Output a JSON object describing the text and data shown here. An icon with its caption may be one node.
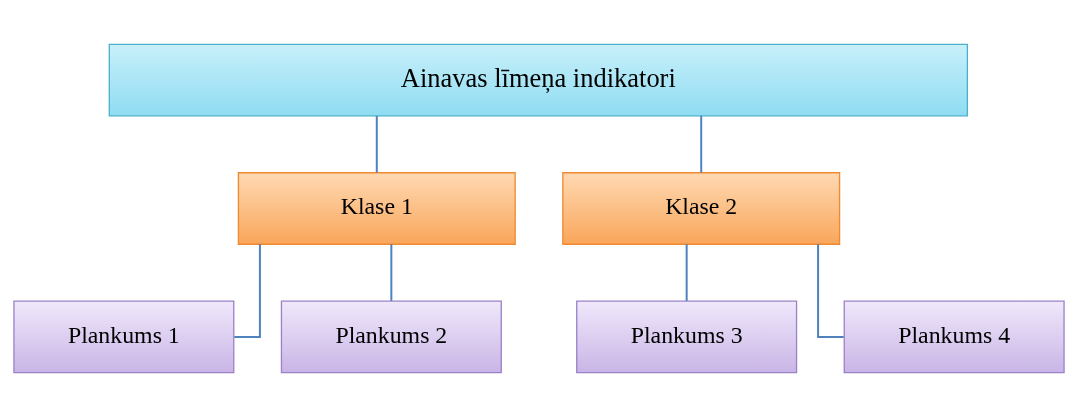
{
  "diagram": {
    "nodes": [
      {
        "text": [
          "Ainavas līmeņa indikatori"
        ]
      },
      {
        "text": [
          "Klase 1"
        ]
      },
      {
        "text": [
          "Klase 2"
        ]
      },
      {
        "text": [
          "Plankums 1"
        ]
      },
      {
        "text": [
          "Plankums 2"
        ]
      },
      {
        "text": [
          "Plankums 3"
        ]
      },
      {
        "text": [
          "Plankums 4"
        ]
      }
    ],
    "edges": [
      {
        "from": 0,
        "to": 1,
        "arrow": "none"
      },
      {
        "from": 0,
        "to": 2,
        "arrow": "none"
      },
      {
        "from": 1,
        "to": 3,
        "arrow": "none"
      },
      {
        "from": 1,
        "to": 4,
        "arrow": "none"
      },
      {
        "from": 2,
        "to": 5,
        "arrow": "none"
      },
      {
        "from": 2,
        "to": 6,
        "arrow": "none"
      }
    ]
  }
}
